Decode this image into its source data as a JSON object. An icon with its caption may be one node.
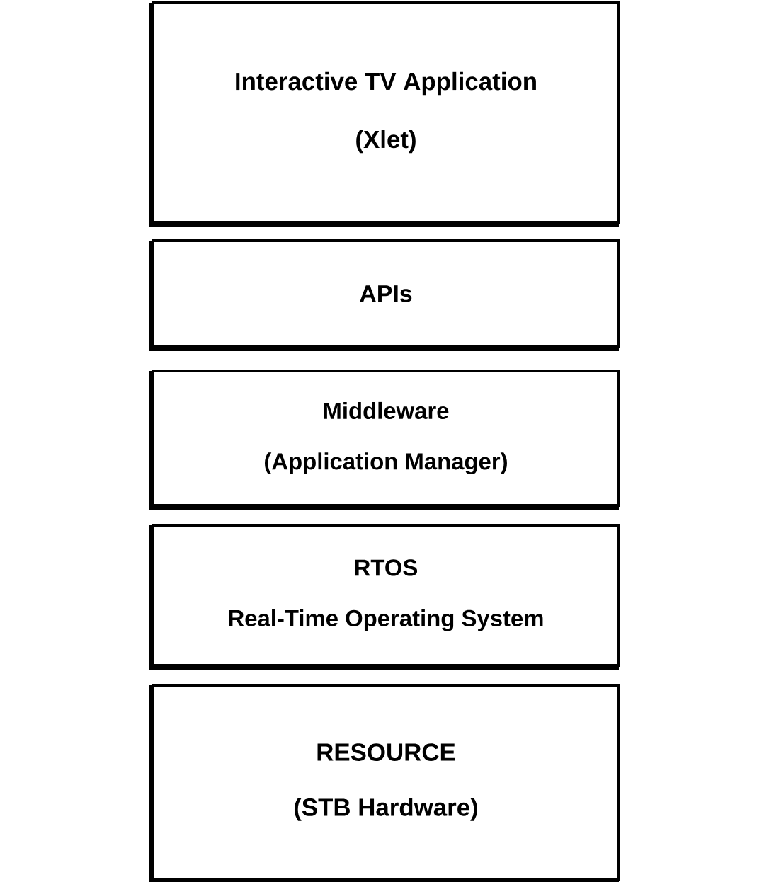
{
  "diagram": {
    "nodes": [
      {
        "text": [
          "Interactive TV Application",
          "(Xlet)"
        ]
      },
      {
        "text": [
          "APIs"
        ]
      },
      {
        "text": [
          "Middleware",
          "(Application Manager)"
        ]
      },
      {
        "text": [
          "RTOS",
          "Real-Time Operating System"
        ]
      },
      {
        "text": [
          "RESOURCE",
          "(STB Hardware)"
        ]
      }
    ]
  }
}
